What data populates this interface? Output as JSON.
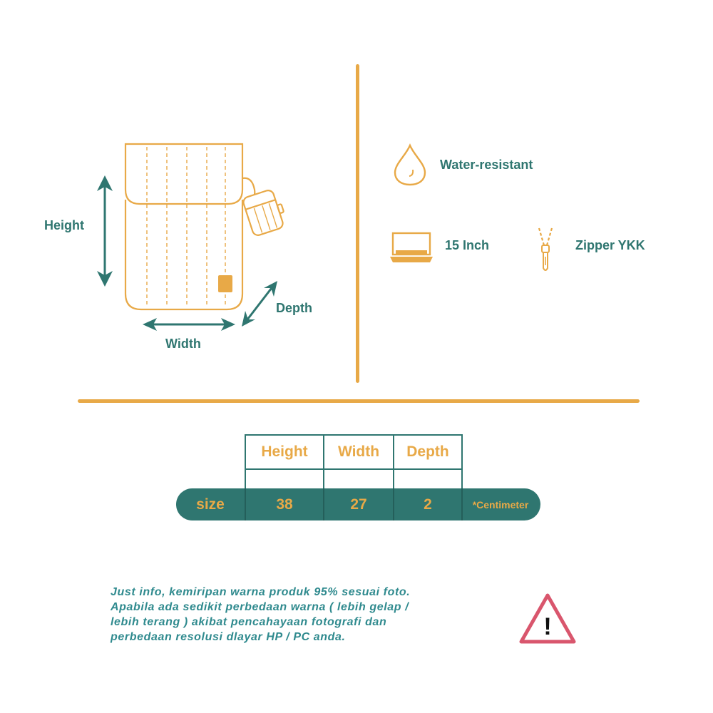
{
  "dimensions": {
    "height_label": "Height",
    "width_label": "Width",
    "depth_label": "Depth"
  },
  "features": {
    "water": "Water-resistant",
    "laptop": "15 Inch",
    "zipper": "Zipper YKK"
  },
  "size_table": {
    "headers": [
      "Height",
      "Width",
      "Depth"
    ],
    "row_label": "size",
    "values": [
      "38",
      "27",
      "2"
    ],
    "unit": "*Centimeter"
  },
  "note_lines": [
    "Just info, kemiripan warna produk 95% sesuai foto.",
    "Apabila ada sedikit perbedaan warna ( lebih gelap /",
    "lebih terang ) akibat pencahayaan fotografi dan",
    "perbedaan resolusi dlayar HP / PC anda."
  ],
  "warning_mark": "!",
  "colors": {
    "accent": "#e8a947",
    "teal": "#2f7670",
    "warning": "#d9566d"
  }
}
